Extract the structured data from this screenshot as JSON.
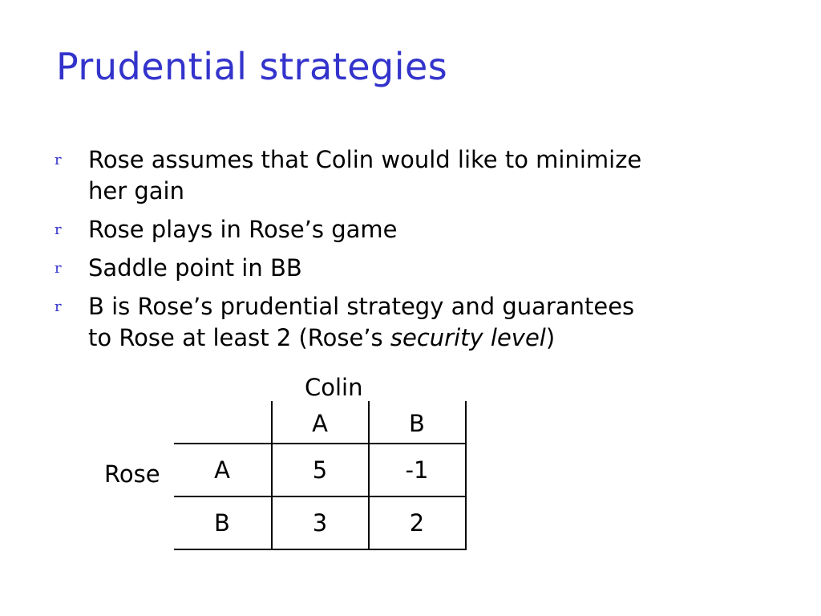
{
  "slide": {
    "title": "Prudential strategies",
    "bullet_marker": "r",
    "bullets": [
      {
        "line1": "Rose assumes that Colin would like to minimize",
        "line2": "her gain"
      },
      {
        "line1": "Rose plays in Rose’s game"
      },
      {
        "line1": "Saddle point in BB"
      },
      {
        "line1": "B is Rose’s prudential strategy and guarantees",
        "line2_pre": "to Rose at least 2 (Rose’s ",
        "line2_italic": "security level",
        "line2_post": ")"
      }
    ]
  },
  "table": {
    "column_player": "Colin",
    "row_player": "Rose",
    "col_headers": [
      "A",
      "B"
    ],
    "rows": [
      {
        "label": "A",
        "values": [
          "5",
          "-1"
        ]
      },
      {
        "label": "B",
        "values": [
          "3",
          "2"
        ]
      }
    ]
  }
}
